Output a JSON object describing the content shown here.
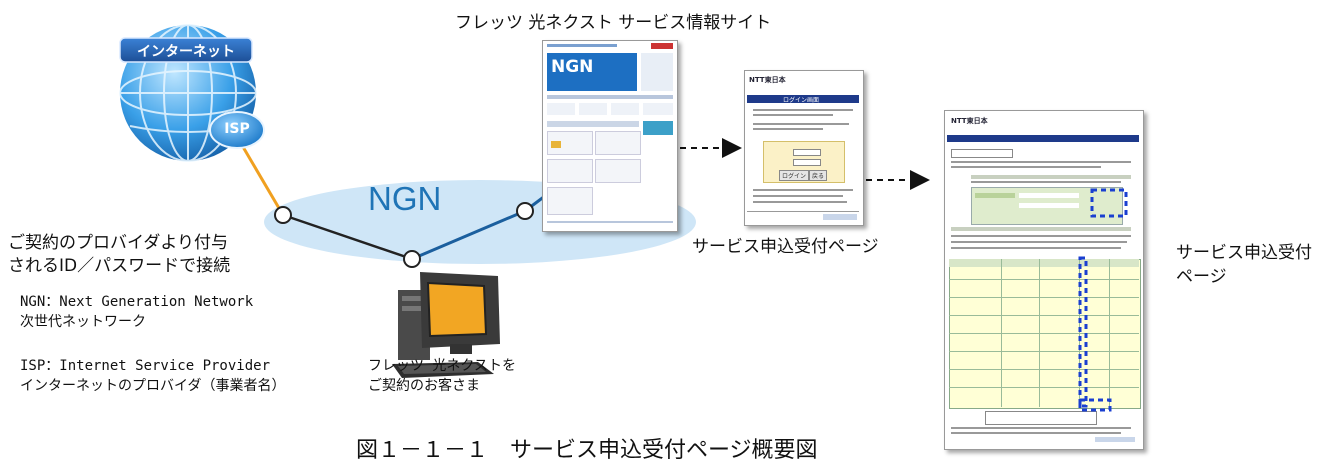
{
  "site_title": "フレッツ 光ネクスト サービス情報サイト",
  "internet_label": "インターネット",
  "isp_label": "ISP",
  "ngn_label": "NGN",
  "connect_note": [
    "ご契約のプロバイダより付与",
    "されるID／パスワードで接続"
  ],
  "ngn_definition": [
    "NGN：Next Generation Network",
    "次世代ネットワーク"
  ],
  "isp_definition": [
    "ISP：Internet Service Provider",
    "インターネットのプロバイダ（事業者名）"
  ],
  "customer_label": [
    "フレッツ 光ネクストを",
    "ご契約のお客さま"
  ],
  "service_page_label": "サービス申込受付ページ",
  "service_page_label_right": [
    "サービス申込受付",
    "ページ"
  ],
  "figure_caption": "図１－１－１　サービス申込受付ページ概要図",
  "thumbnail_texts": {
    "site_banner": "NGN",
    "login_brand": "NTT東日本",
    "login_header": "ログイン画面",
    "login_button_1": "ログイン",
    "login_button_2": "戻る",
    "form_brand": "NTT東日本"
  },
  "colors": {
    "ngn_cloud": "#cfe6f7",
    "ngn_text": "#1f74b6",
    "isp_line": "#f0a020",
    "isp_badge": "#2a8fd8",
    "highlight_dash": "#1a3fd0",
    "thumb_header": "#1e3a8a",
    "thumb_band": "#d8e6c8"
  },
  "icons": [
    "globe-icon",
    "computer-icon",
    "arrow-right-icon"
  ]
}
